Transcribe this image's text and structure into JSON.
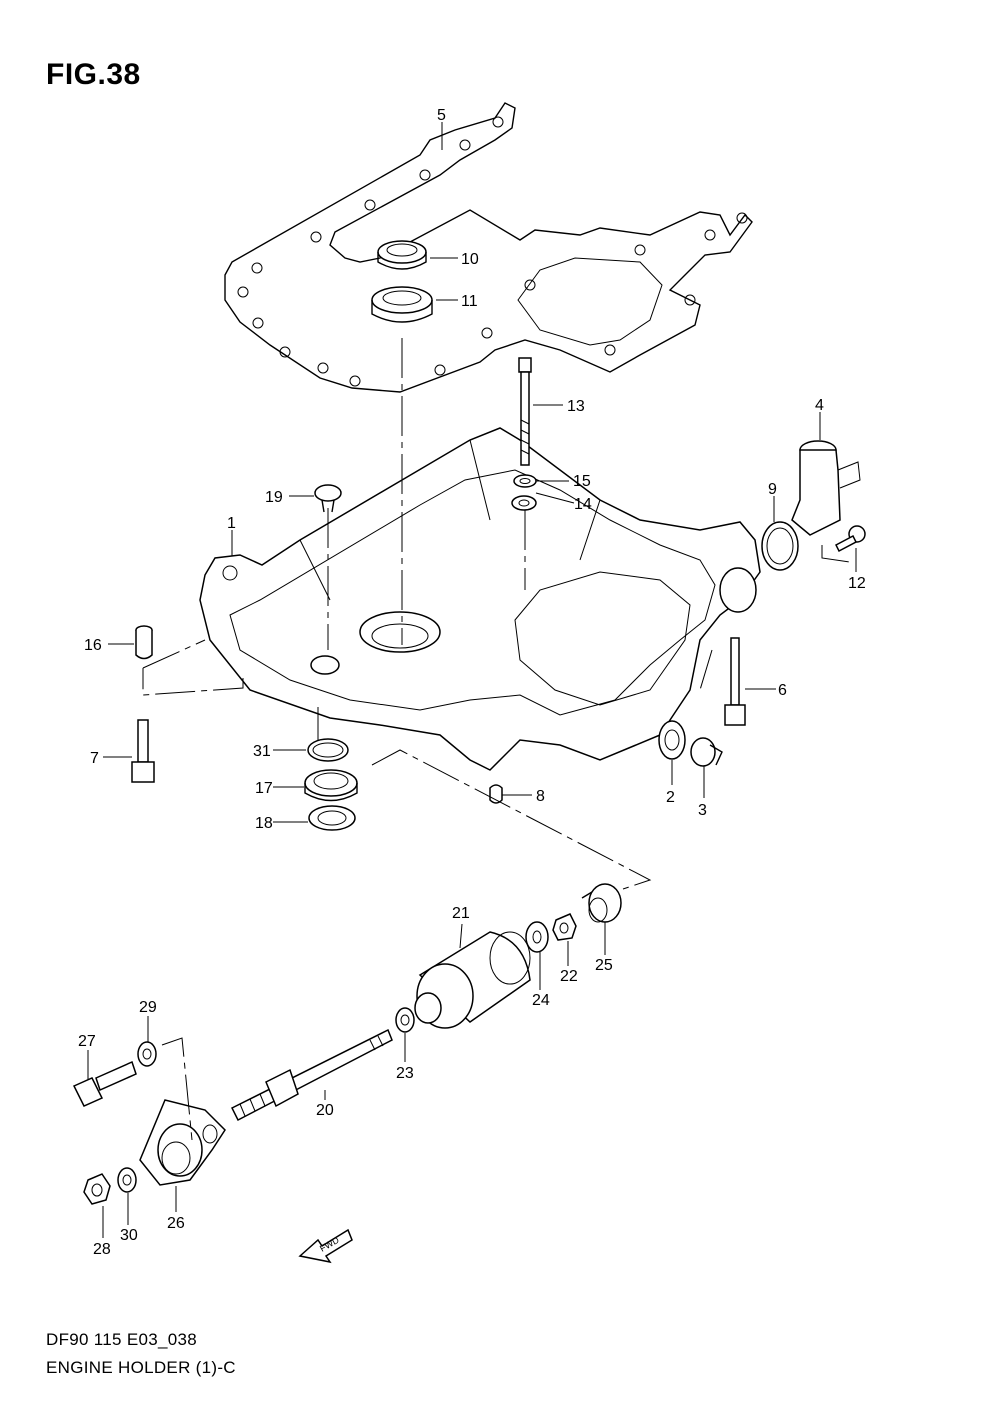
{
  "figure": {
    "title": "FIG.38",
    "code": "DF90 115 E03_038",
    "caption": "ENGINE HOLDER (1)-C",
    "fwd_label": "FWD"
  },
  "callouts": [
    "1",
    "2",
    "3",
    "4",
    "5",
    "6",
    "7",
    "8",
    "9",
    "10",
    "11",
    "12",
    "13",
    "14",
    "15",
    "16",
    "17",
    "18",
    "19",
    "20",
    "21",
    "22",
    "23",
    "24",
    "25",
    "26",
    "27",
    "28",
    "29",
    "30",
    "31"
  ]
}
